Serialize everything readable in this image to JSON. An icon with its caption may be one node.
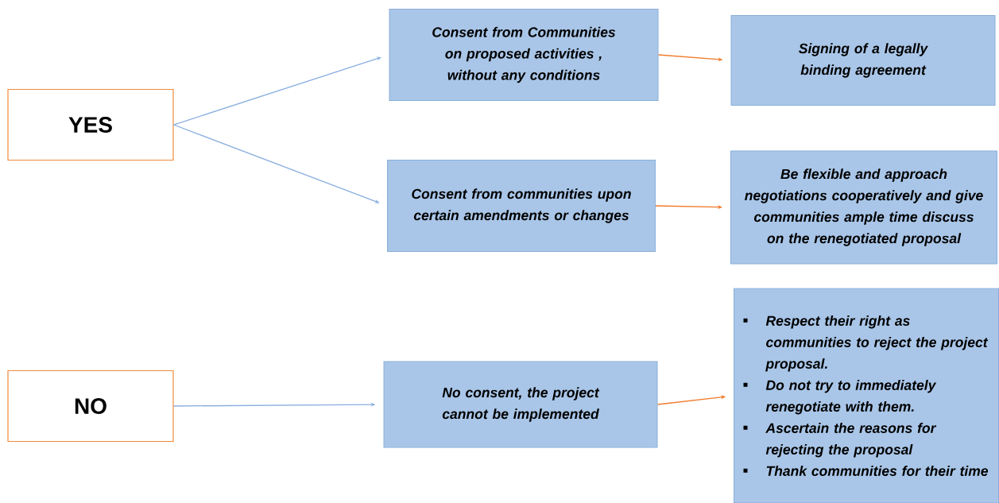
{
  "diagram": {
    "nodes": [
      {
        "text": [
          "YES"
        ]
      },
      {
        "text": [
          "NO"
        ]
      },
      {
        "text": [
          "Consent from Communities on proposed activities , without any conditions"
        ]
      },
      {
        "text": [
          "Signing of a legally binding agreement"
        ]
      },
      {
        "text": [
          "Consent from communities upon certain amendments or changes"
        ]
      },
      {
        "text": [
          "Be flexible and approach negotiations cooperatively and give communities ample time discuss on the renegotiated proposal"
        ]
      },
      {
        "text": [
          "No consent, the project cannot be implemented"
        ]
      },
      {
        "text": [
          "Respect their right as communities to reject the project proposal.",
          "Do not try to immediately renegotiate with them.",
          "Ascertain the reasons for rejecting the proposal",
          "Thank communities for their time"
        ]
      }
    ],
    "edges": [
      {
        "from": 0,
        "to": 2,
        "arrow": "to"
      },
      {
        "from": 0,
        "to": 4,
        "arrow": "to"
      },
      {
        "from": 2,
        "to": 3,
        "arrow": "to",
        "color": "#f07a2a"
      },
      {
        "from": 4,
        "to": 5,
        "arrow": "to",
        "color": "#f07a2a"
      },
      {
        "from": 1,
        "to": 6,
        "arrow": "to"
      },
      {
        "from": 6,
        "to": 7,
        "arrow": "to",
        "color": "#f07a2a"
      }
    ]
  }
}
